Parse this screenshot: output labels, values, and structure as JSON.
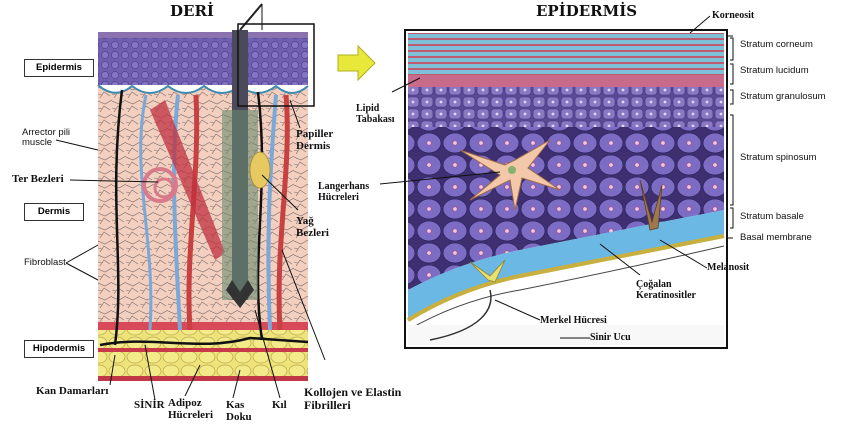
{
  "titles": {
    "skin": "DERİ",
    "epidermis": "EPİDERMİS"
  },
  "layer_boxes": {
    "epidermis": "Epidermis",
    "dermis": "Dermis",
    "hypodermis": "Hipodermis"
  },
  "skin_labels": {
    "arrector": "Arrector pili muscle",
    "sweat": "Ter Bezleri",
    "fibroblast": "Fibroblast",
    "papillary": "Papiller Dermis",
    "sebaceous": "Yağ Bezleri",
    "vessels": "Kan Damarları",
    "nerve": "SİNİR",
    "adipose": "Adipoz Hücreleri",
    "muscle": "Kas Doku",
    "hair": "Kıl",
    "collagen": "Kollojen ve Elastin Fibrilleri"
  },
  "epidermis_labels": {
    "corneocyte": "Korneosit",
    "lipid": "Lipid Tabakası",
    "langerhans": "Langerhans Hücreleri",
    "melanocyte": "Melanosit",
    "proliferating": "Çoğalan Keratinositler",
    "merkel": "Merkel Hücresi",
    "nerve_ending": "Sinir Ucu"
  },
  "strata": {
    "corneum": "Stratum corneum",
    "lucidum": "Stratum lucidum",
    "granulosum": "Stratum granulosum",
    "spinosum": "Stratum spinosum",
    "basale": "Stratum basale",
    "basal_membrane": "Basal membrane"
  },
  "colors": {
    "epidermis_purple": "#6a5aa8",
    "dermis_pink": "#f0c8b8",
    "fat_yellow": "#e8e070",
    "arrow_yellow": "#e8e83a",
    "cell_violet": "#7a68c0",
    "basal_blue": "#5ab0e0"
  }
}
